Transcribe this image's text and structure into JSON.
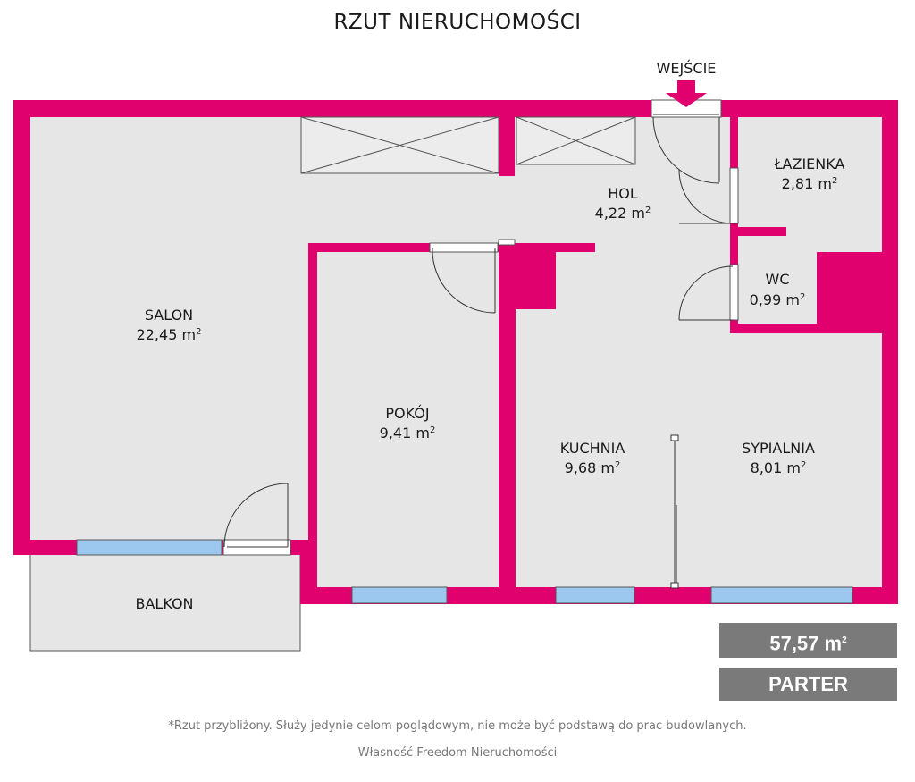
{
  "title": "RZUT NIERUCHOMOŚCI",
  "entrance_label": "WEJŚCIE",
  "area_unit": "m",
  "area_unit_exponent": "2",
  "rooms": [
    {
      "id": "salon",
      "name": "SALON",
      "area": "22,45"
    },
    {
      "id": "pokoj",
      "name": "POKÓJ",
      "area": "9,41"
    },
    {
      "id": "hol",
      "name": "HOL",
      "area": "4,22"
    },
    {
      "id": "lazienka",
      "name": "ŁAZIENKA",
      "area": "2,81"
    },
    {
      "id": "wc",
      "name": "WC",
      "area": "0,99"
    },
    {
      "id": "kuchnia",
      "name": "KUCHNIA",
      "area": "9,68"
    },
    {
      "id": "sypialnia",
      "name": "SYPIALNIA",
      "area": "8,01"
    },
    {
      "id": "balkon",
      "name": "BALKON"
    }
  ],
  "total_area": "57,57",
  "floor": "PARTER",
  "disclaimer": "*Rzut przybliżony. Służy jedynie celom poglądowym, nie może być podstawą do prac budowlanych.",
  "ownership": "Własność Freedom Nieruchomości",
  "colors": {
    "wall": "#e0006e",
    "floor": "#e6e6e6",
    "window": "#9cc7ee",
    "info_box": "#7a7a7a",
    "text": "#1a1a1a",
    "footnote": "#777777"
  }
}
